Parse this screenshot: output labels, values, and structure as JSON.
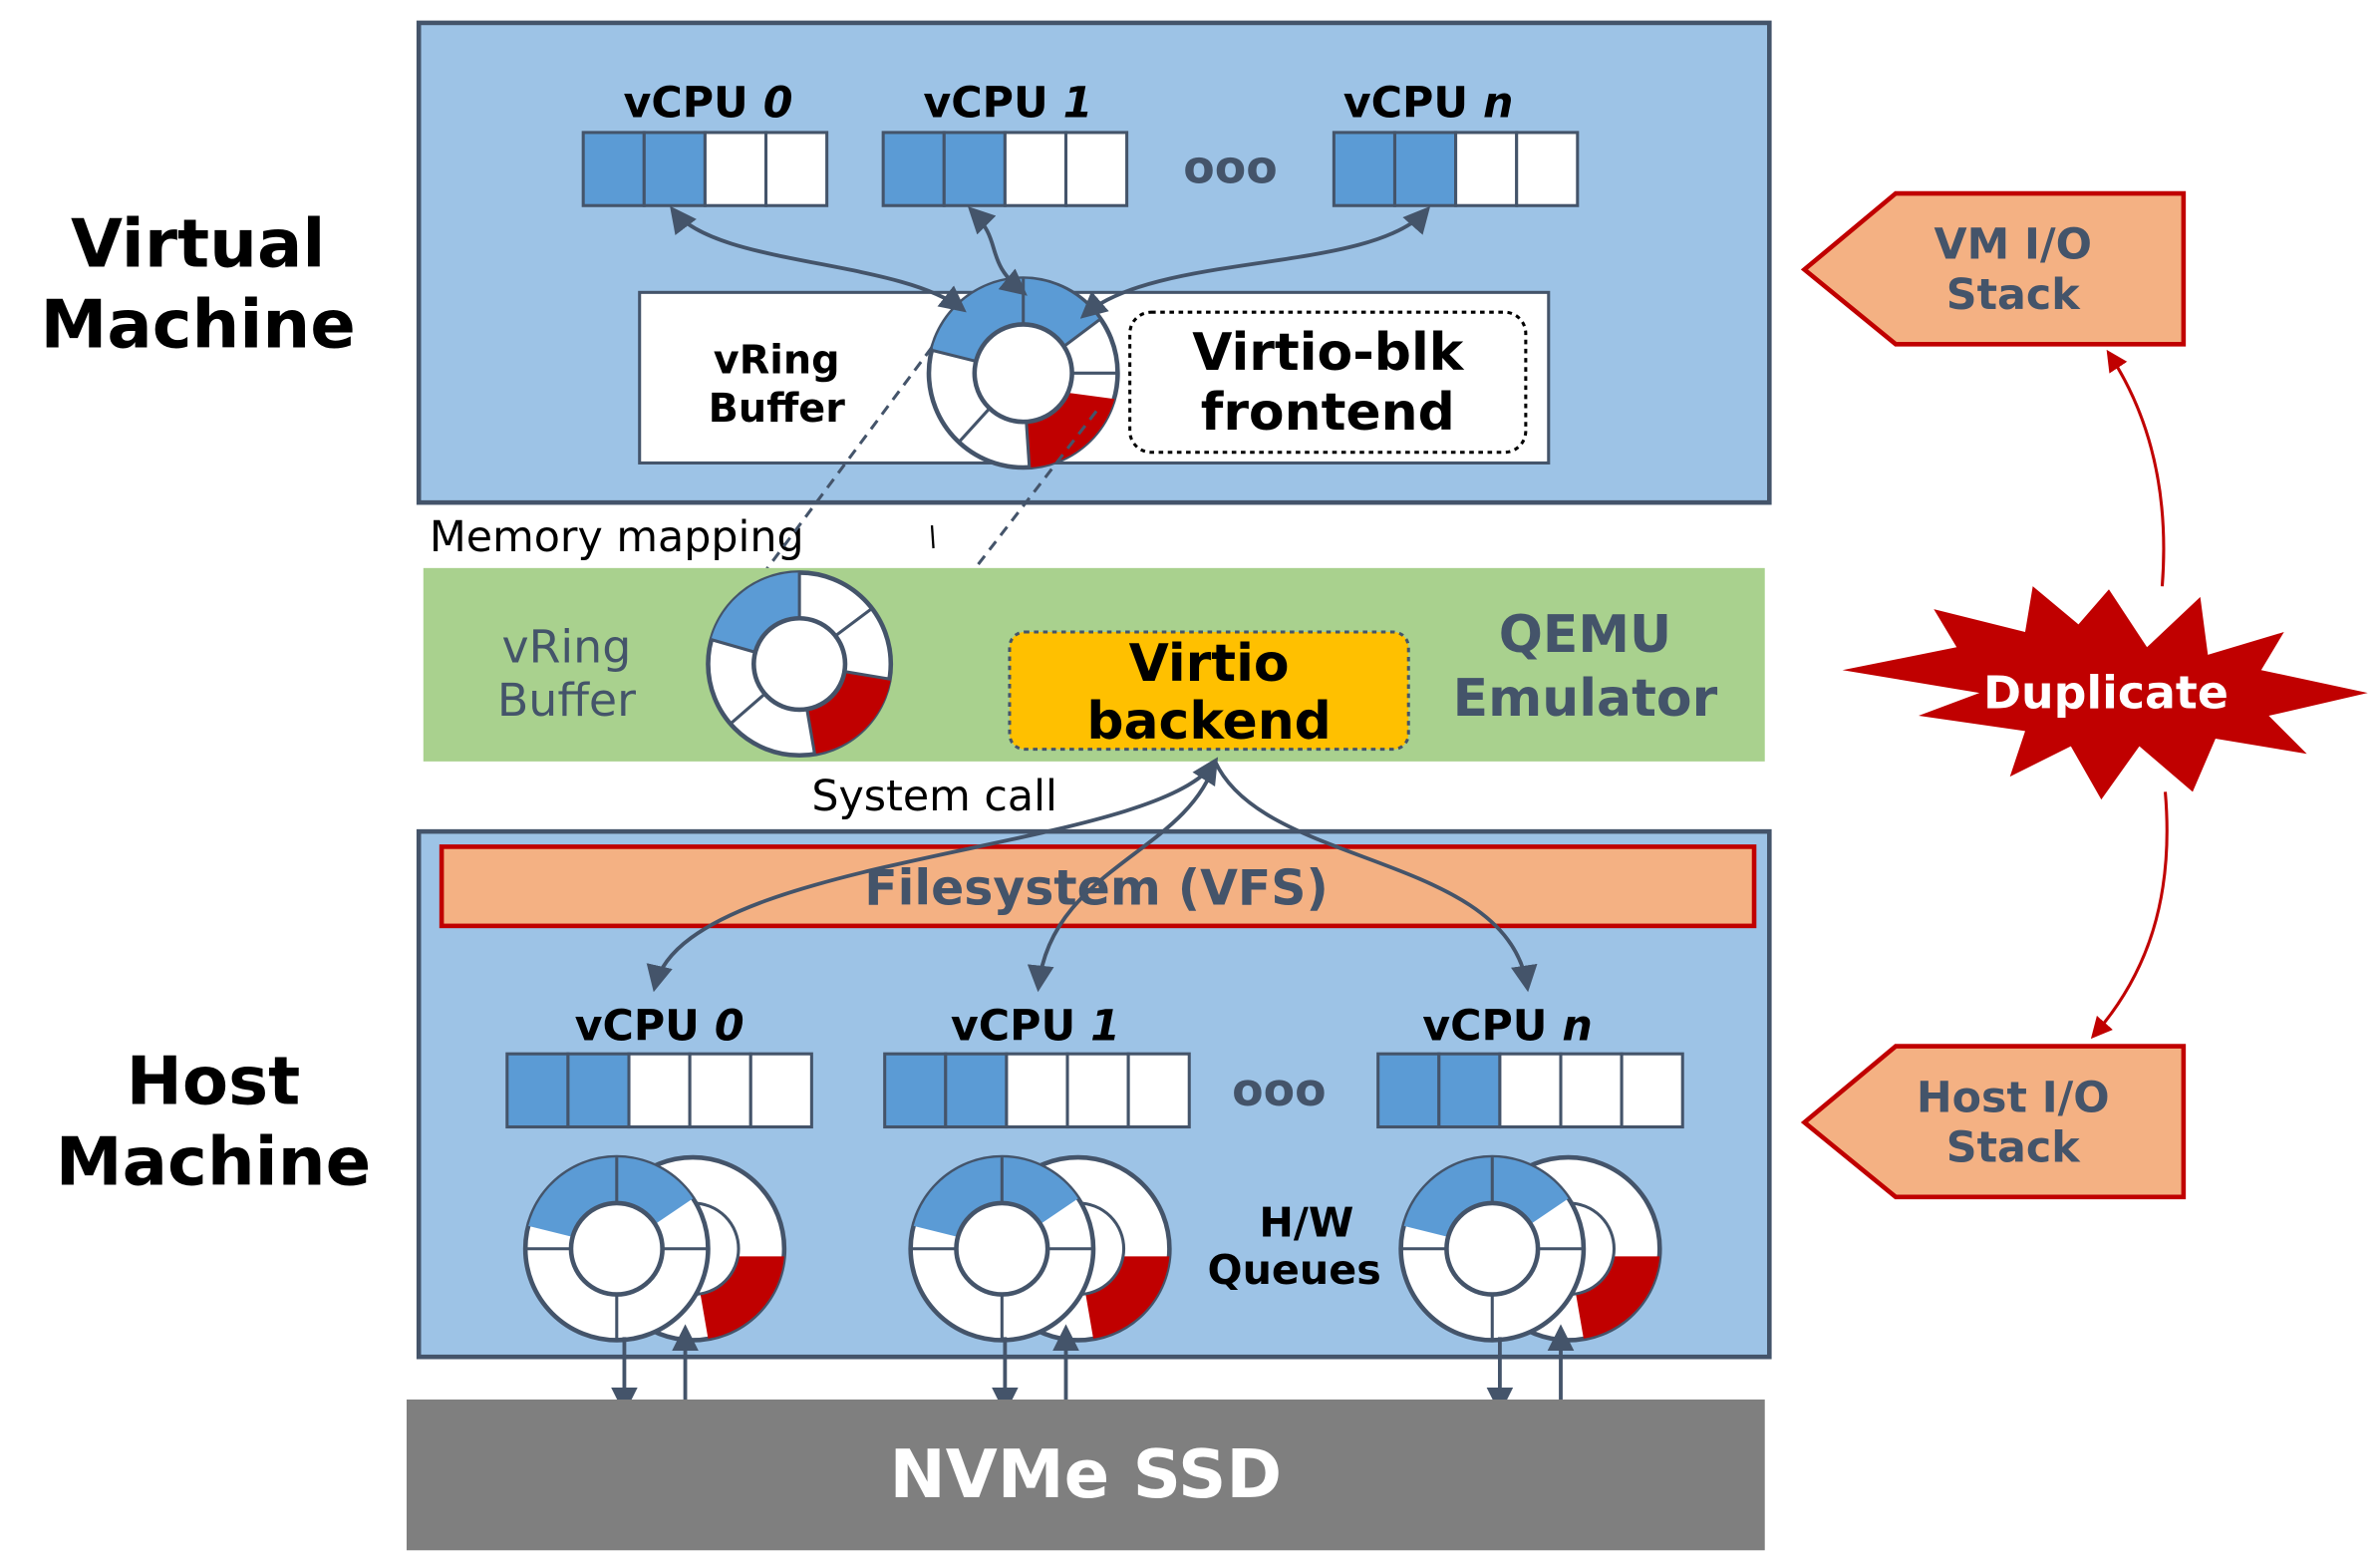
{
  "labels": {
    "virtual_machine_line1": "Virtual",
    "virtual_machine_line2": "Machine",
    "host_machine_line1": "Host",
    "host_machine_line2": "Machine",
    "memory_mapping": "Memory mapping",
    "system_call": "System call",
    "vring_buffer_line1": "vRing",
    "vring_buffer_line2": "Buffer",
    "hw_queues_line1": "H/W",
    "hw_queues_line2": "Queues"
  },
  "vm": {
    "vcpus": [
      {
        "prefix": "vCPU ",
        "index": "0"
      },
      {
        "prefix": "vCPU ",
        "index": "1"
      },
      {
        "prefix": "vCPU ",
        "index": "n"
      }
    ],
    "frontend_line1": "Virtio-blk",
    "frontend_line2": "frontend",
    "ellipsis": "ooo"
  },
  "qemu": {
    "name_line1": "QEMU",
    "name_line2": "Emulator",
    "backend_line1": "Virtio",
    "backend_line2": "backend"
  },
  "host": {
    "filesystem": "Filesystem (VFS)",
    "vcpus": [
      {
        "prefix": "vCPU ",
        "index": "0"
      },
      {
        "prefix": "vCPU ",
        "index": "1"
      },
      {
        "prefix": "vCPU ",
        "index": "n"
      }
    ],
    "ellipsis": "ooo"
  },
  "device": "NVMe SSD",
  "side": {
    "vm_stack_line1": "VM I/O",
    "vm_stack_line2": "Stack",
    "duplicate": "Duplicate",
    "host_stack_line1": "Host I/O",
    "host_stack_line2": "Stack"
  },
  "colors": {
    "box_blue": "#9DC3E6",
    "box_border": "#44546A",
    "cell_blue": "#5B9BD5",
    "qemu_green": "#A9D18E",
    "backend_yellow": "#FFC000",
    "vfs_salmon": "#F4B183",
    "vfs_border": "#C00000",
    "ssd_gray": "#7F7F7F",
    "stack_salmon": "#F4B183",
    "duplicate_red": "#C00000",
    "ring_red": "#C00000",
    "arrow_dark": "#44546A"
  }
}
